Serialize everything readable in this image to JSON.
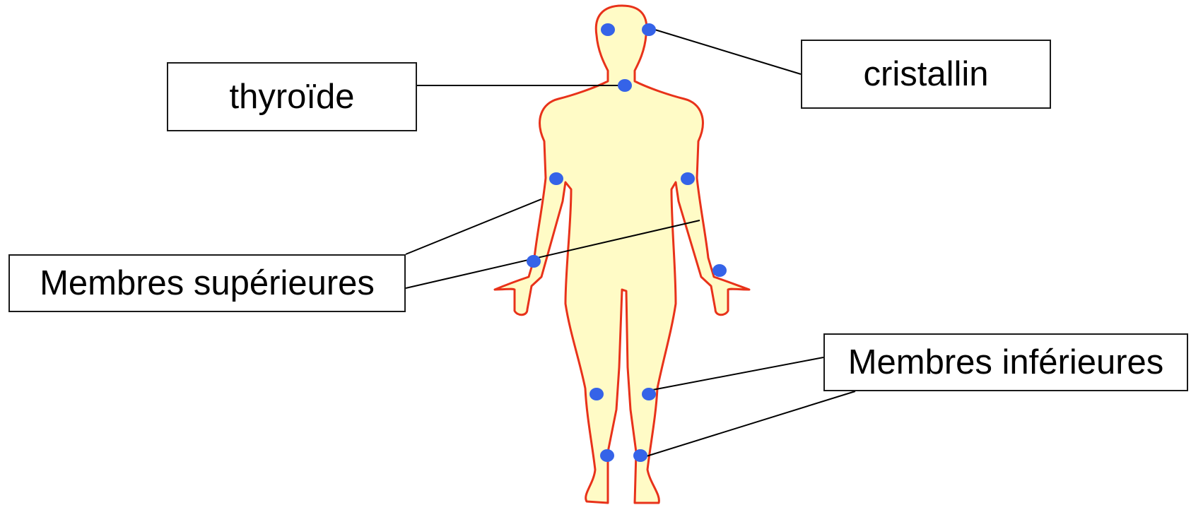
{
  "labels": {
    "thyroide": "thyroïde",
    "cristallin": "cristallin",
    "membres_superieures": "Membres supérieures",
    "membres_inferieures": "Membres inférieures"
  },
  "colors": {
    "body_fill": "#fffbc6",
    "body_outline": "#e8321a",
    "dot": "#3563e8",
    "leader_line": "#000000",
    "box_border": "#1a1a1a"
  }
}
